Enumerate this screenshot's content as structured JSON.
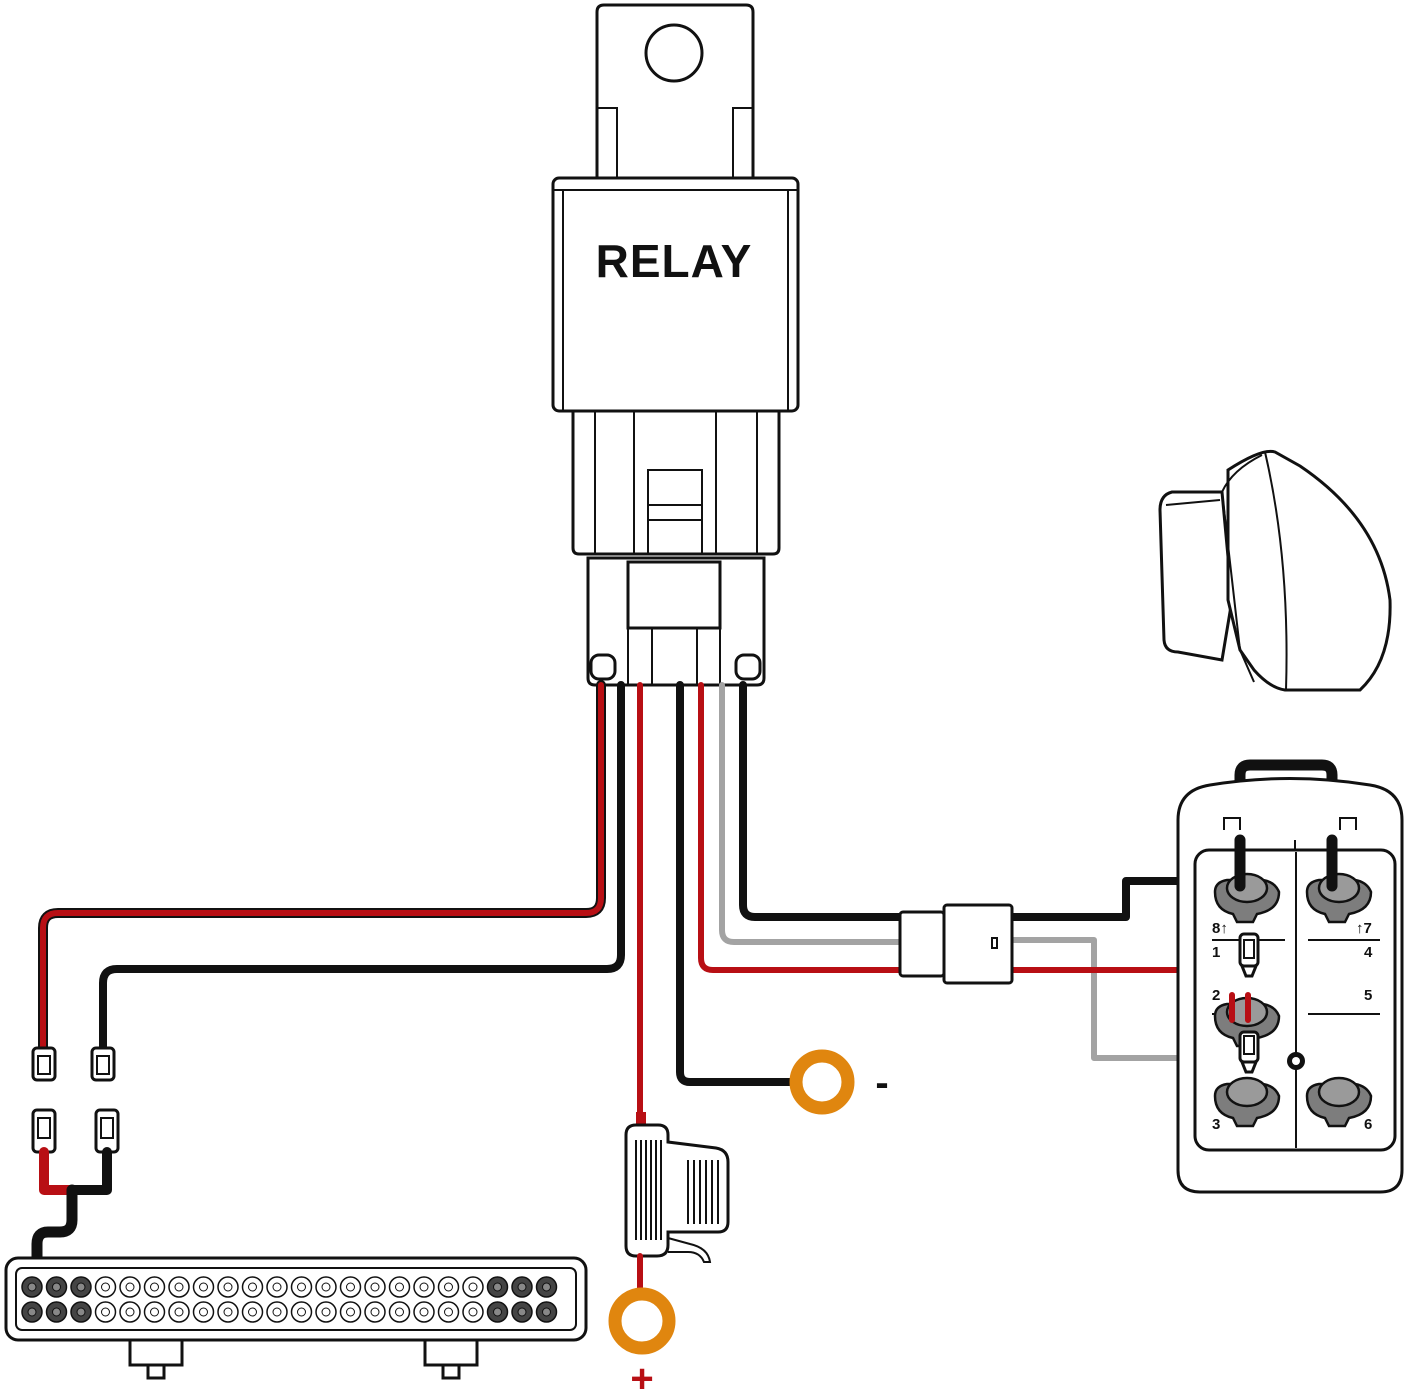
{
  "relay": {
    "label": "RELAY"
  },
  "switch": {
    "pins": [
      "8↑",
      "↑7",
      "1",
      "4",
      "2",
      "5",
      "3",
      "6"
    ]
  },
  "terminals": {
    "negative": "-",
    "positive": "+"
  },
  "colors": {
    "red": "#b80f14",
    "black": "#111111",
    "gray": "#a3a3a3",
    "orange": "#e0860f"
  }
}
